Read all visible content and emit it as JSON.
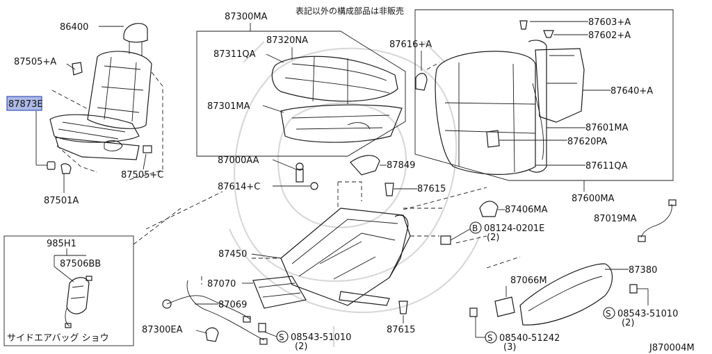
{
  "header_note": "表記以外の構成部品は非販売",
  "diagram_id": "J870004M",
  "labels": {
    "p86400": "86400",
    "p87505a": "87505+A",
    "p87873e": "87873E",
    "p87505c": "87505+C",
    "p87501a": "87501A",
    "p87300ma": "87300MA",
    "p87320na": "87320NA",
    "p87311qa": "87311QA",
    "p87301ma": "87301MA",
    "p87616a": "87616+A",
    "p87603a": "87603+A",
    "p87602a": "87602+A",
    "p87640a": "87640+A",
    "p87601ma": "87601MA",
    "p87620pa": "87620PA",
    "p87611qa": "87611QA",
    "p87600ma": "87600MA",
    "p87000aa": "87000AA",
    "p87849": "87849",
    "p87614c": "87614+C",
    "p87615a": "87615",
    "p87406ma": "87406MA",
    "p87019ma": "87019MA",
    "p08124": "08124-0201E",
    "p08124_qty": "(2)",
    "p87450": "87450",
    "p87380": "87380",
    "p985h1": "985H1",
    "p87506bb": "87506BB",
    "p87070": "87070",
    "p87069": "87069",
    "p87066m": "87066M",
    "p08543a": "08543-51010",
    "p08543a_qty": "(2)",
    "p08543b": "08543-51010",
    "p08543b_qty": "(2)",
    "p87615b": "87615",
    "p87300ea": "87300EA",
    "p08540": "08540-51242",
    "p08540_qty": "(3)",
    "side_airbag": "サイドエアバッグ ショウ"
  },
  "callout_markers": {
    "b": "B",
    "s": "S"
  },
  "colors": {
    "line": "#1a1a1a",
    "highlight": "#4a63c8",
    "watermark": "#d8d8d8"
  }
}
